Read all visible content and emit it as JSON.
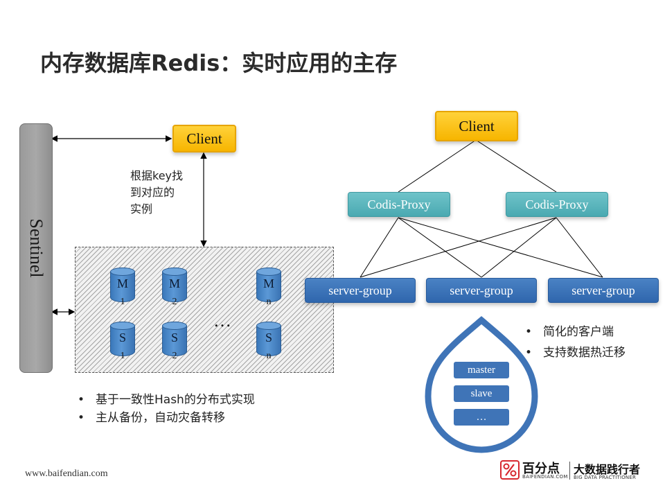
{
  "slide": {
    "title": "内存数据库Redis：实时应用的主存",
    "footer_url": "www.baifendian.com"
  },
  "left_diagram": {
    "sentinel_label": "Sentinel",
    "client_label": "Client",
    "lookup_note": [
      "根据key找",
      "到对应的",
      "实例"
    ],
    "masters": [
      {
        "label": "M",
        "index": "1"
      },
      {
        "label": "M",
        "index": "2"
      },
      {
        "label": "M",
        "index": "n"
      }
    ],
    "slaves": [
      {
        "label": "S",
        "index": "1"
      },
      {
        "label": "S",
        "index": "2"
      },
      {
        "label": "S",
        "index": "n"
      }
    ],
    "ellipsis": "…",
    "bullets": [
      "基于一致性Hash的分布式实现",
      "主从备份，自动灾备转移"
    ]
  },
  "right_diagram": {
    "client_label": "Client",
    "proxies": [
      "Codis-Proxy",
      "Codis-Proxy"
    ],
    "server_groups": [
      "server-group",
      "server-group",
      "server-group"
    ],
    "group_detail": [
      "master",
      "slave",
      "…"
    ],
    "bullets": [
      "简化的客户端",
      "支持数据热迁移"
    ]
  },
  "branding": {
    "logo_text": "百分点",
    "logo_subtext": "BAIFENDIAN.COM",
    "tagline": "大数据践行者",
    "tagline_sub": "BIG DATA PRACTITIONER"
  },
  "colors": {
    "client_fill": "#f7b500",
    "proxy_fill": "#4aa9b1",
    "server_group_fill": "#2f66ad",
    "sentinel_fill": "#9a9a9a",
    "logo_red": "#d7282f"
  }
}
